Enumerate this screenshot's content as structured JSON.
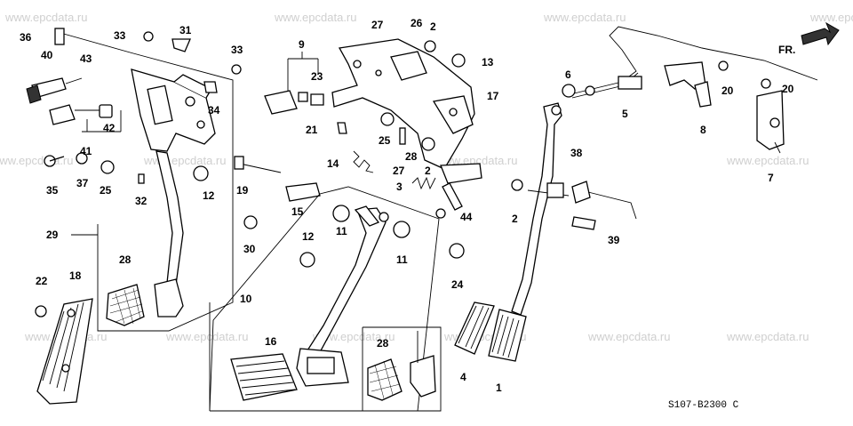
{
  "watermark": "www.epcdata.ru",
  "diagram_code": "S107-B2300 C",
  "direction_label": "FR.",
  "callouts": [
    "1",
    "2",
    "3",
    "4",
    "5",
    "6",
    "7",
    "8",
    "9",
    "10",
    "11",
    "12",
    "13",
    "14",
    "15",
    "16",
    "17",
    "18",
    "19",
    "20",
    "21",
    "22",
    "23",
    "24",
    "25",
    "26",
    "27",
    "28",
    "29",
    "30",
    "31",
    "32",
    "33",
    "34",
    "35",
    "36",
    "37",
    "38",
    "39",
    "40",
    "41",
    "42",
    "43",
    "44"
  ]
}
